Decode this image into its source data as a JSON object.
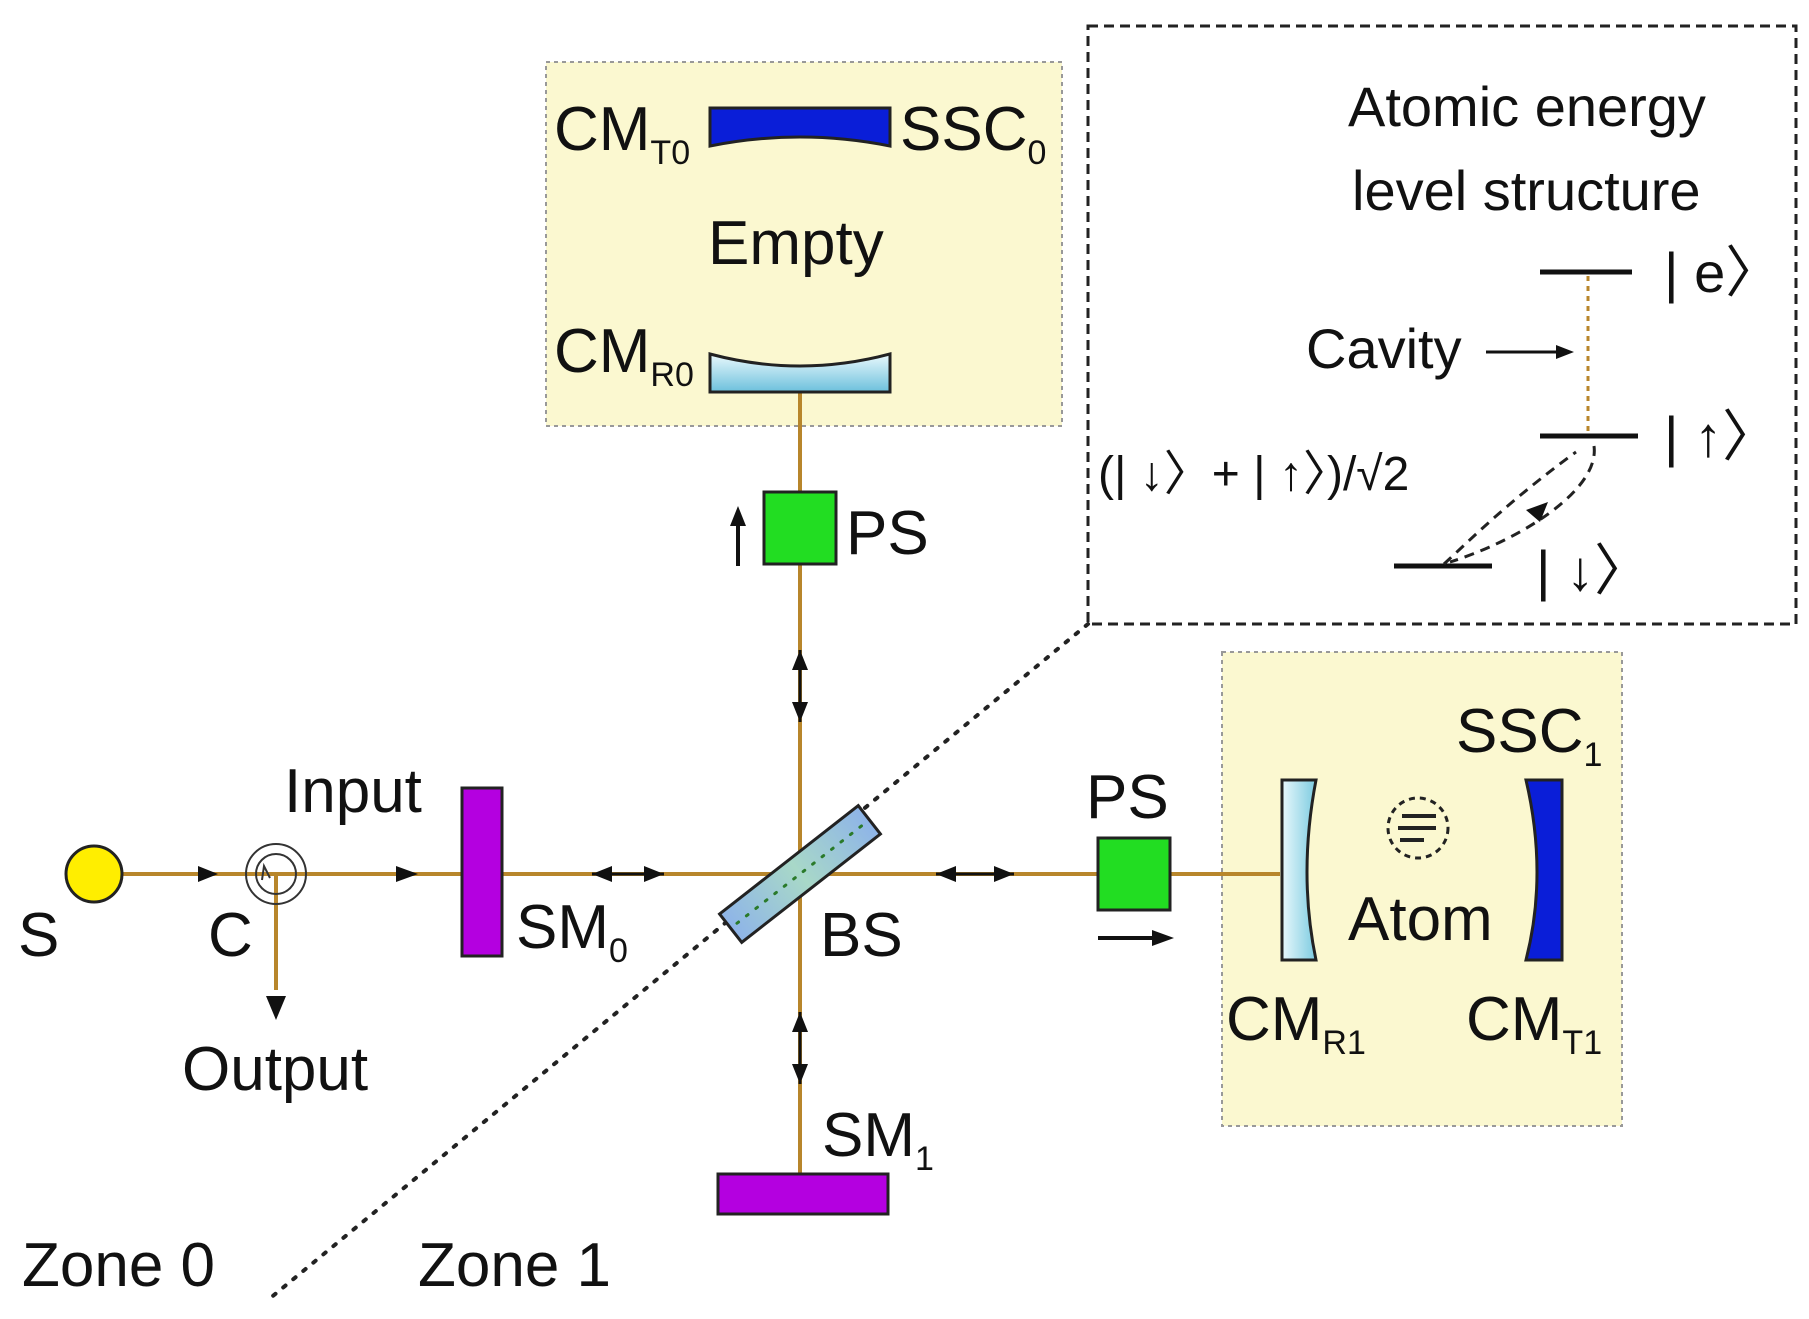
{
  "components": {
    "source": "S",
    "circulator": "C",
    "input": "Input",
    "output": "Output",
    "sm0": {
      "main": "SM",
      "sub": "0"
    },
    "sm1": {
      "main": "SM",
      "sub": "1"
    },
    "bs": "BS",
    "ps_top": "PS",
    "ps_right": "PS",
    "cmt0": {
      "main": "CM",
      "sub": "T0"
    },
    "ssc0": {
      "main": "SSC",
      "sub": "0"
    },
    "empty": "Empty",
    "cmr0": {
      "main": "CM",
      "sub": "R0"
    },
    "ssc1": {
      "main": "SSC",
      "sub": "1"
    },
    "atom": "Atom",
    "cmr1": {
      "main": "CM",
      "sub": "R1"
    },
    "cmt1": {
      "main": "CM",
      "sub": "T1"
    }
  },
  "zones": {
    "zone0": "Zone 0",
    "zone1": "Zone 1"
  },
  "inset": {
    "title_line1": "Atomic energy",
    "title_line2": "level structure",
    "cavity": "Cavity",
    "level_e": "| e〉",
    "level_up": "| ↑〉",
    "level_down": "| ↓〉",
    "superposition": "(| ↓〉+ | ↑〉)/√2"
  },
  "colors": {
    "beam": "#b8862b",
    "source": "#ffee00",
    "mirror_sm": "#b400e0",
    "phase_shifter": "#22dd22",
    "cavity_box": "#fbf8d0",
    "mirror_dark": "#0a1ed8",
    "mirror_light": "#aee4f0"
  }
}
